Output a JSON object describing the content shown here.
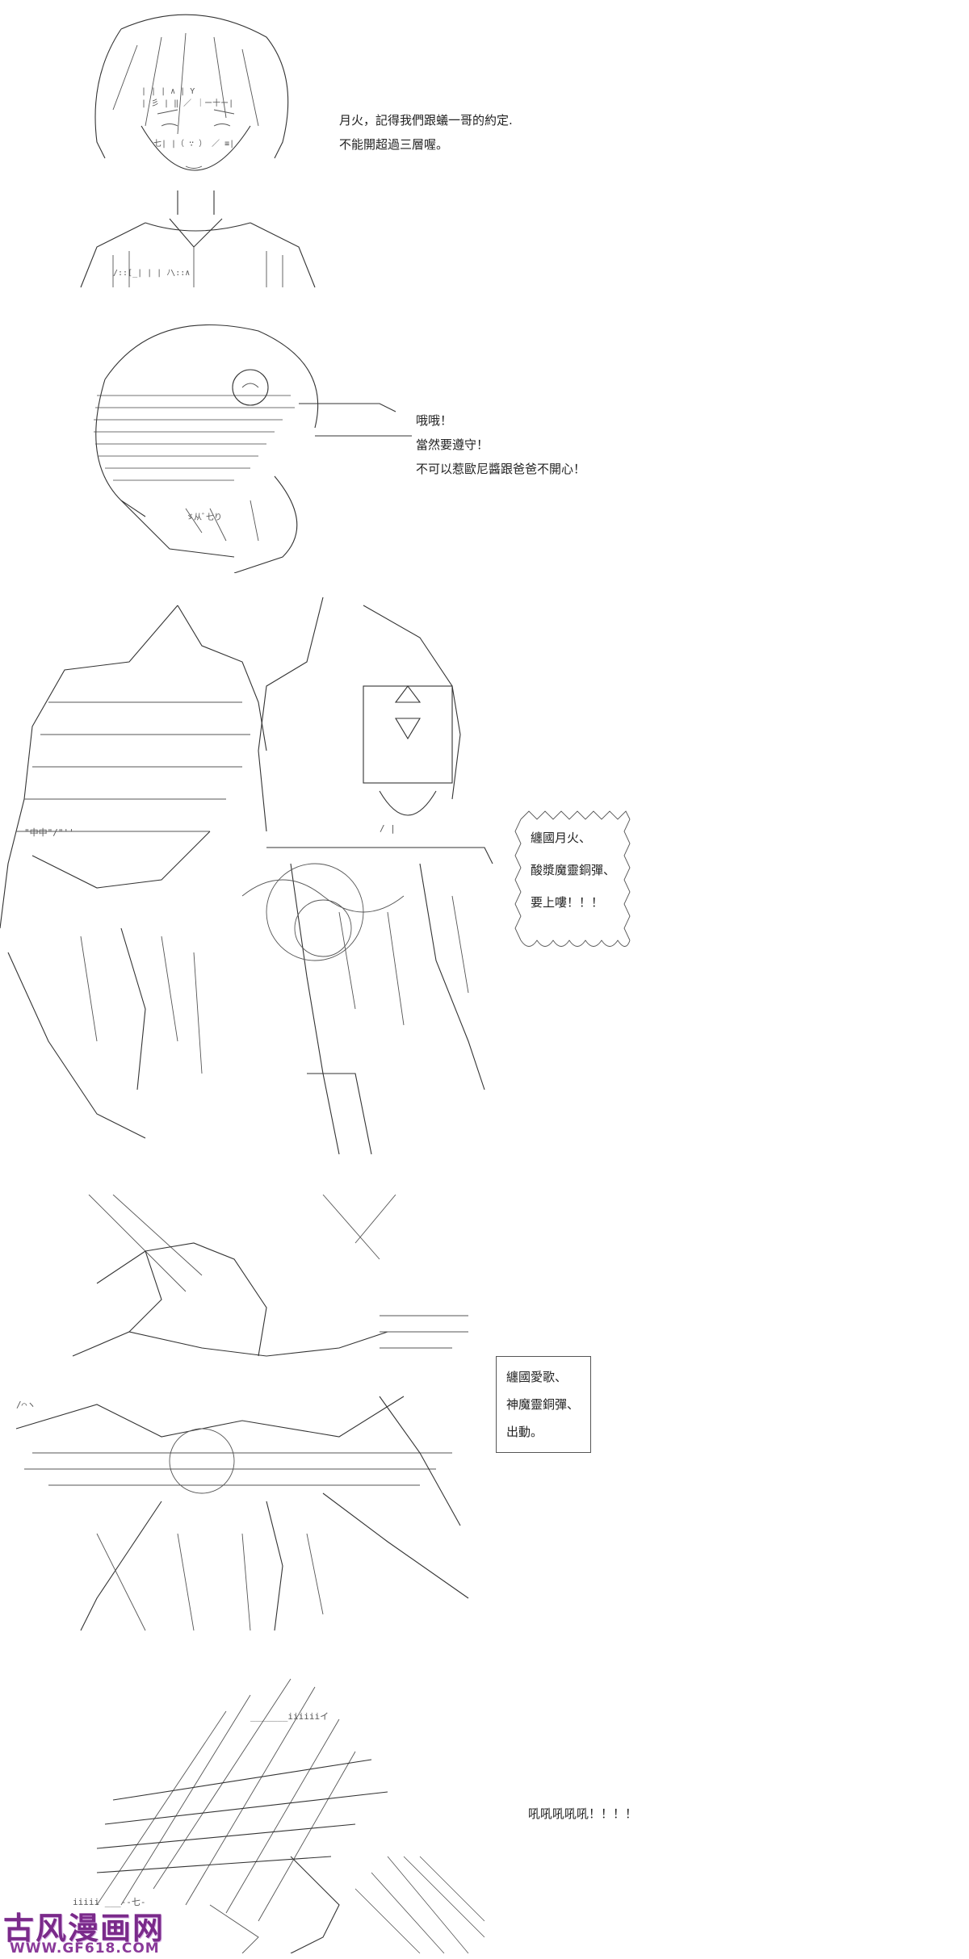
{
  "panels": [
    {
      "id": "panel-1",
      "lines": [
        "月火，記得我們跟蟻一哥的約定.",
        "不能開超過三層喔。"
      ]
    },
    {
      "id": "panel-2",
      "lines": [
        "哦哦！",
        "當然要遵守！",
        "不可以惹歐尼醬跟爸爸不開心！"
      ]
    },
    {
      "id": "panel-3",
      "lines": [
        "纏國月火、",
        "酸漿魔靈銅彈、",
        "要上嘍！！！"
      ]
    },
    {
      "id": "panel-4",
      "lines": [
        "纏國愛歌、",
        "神魔靈銅彈、",
        "出動。"
      ]
    },
    {
      "id": "panel-5",
      "lines": [
        "吼吼吼吼吼！！！！"
      ]
    }
  ],
  "watermark": {
    "title": "古风漫画网",
    "url": "WWW.GF618.COM",
    "color": "#7a2a8a"
  }
}
